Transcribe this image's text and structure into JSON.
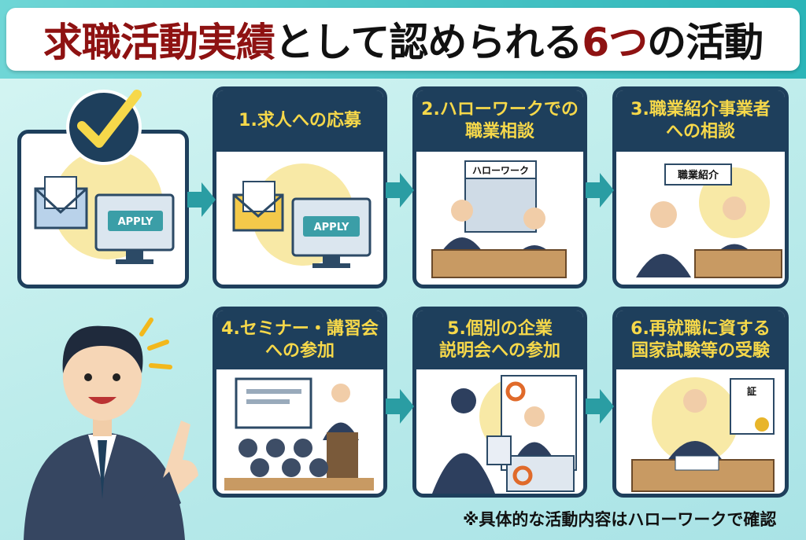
{
  "title": {
    "part1": "求職活動実績",
    "part2": "として認められる",
    "part3": "6つ",
    "part4": "の活動"
  },
  "cards": [
    {
      "title_line1": "",
      "title_line2": "",
      "screen_label": "APPLY"
    },
    {
      "title_line1": "1.求人への応募",
      "title_line2": "",
      "screen_label": "APPLY"
    },
    {
      "title_line1": "2.ハローワークでの",
      "title_line2": "職業相談",
      "sign": "ハローワーク"
    },
    {
      "title_line1": "3.職業紹介事業者",
      "title_line2": "への相談",
      "sign": "職業紹介"
    },
    {
      "title_line1": "4.セミナー・講習会",
      "title_line2": "への参加"
    },
    {
      "title_line1": "5.個別の企業",
      "title_line2": "説明会への参加"
    },
    {
      "title_line1": "6.再就職に資する",
      "title_line2": "国家試験等の受験",
      "certificate": "証"
    }
  ],
  "footnote": "※具体的な活動内容はハローワークで確認",
  "colors": {
    "header": "#1e3f5c",
    "header_text": "#f6d84a",
    "title_red": "#8e1212",
    "arrow": "#2a9da3"
  }
}
